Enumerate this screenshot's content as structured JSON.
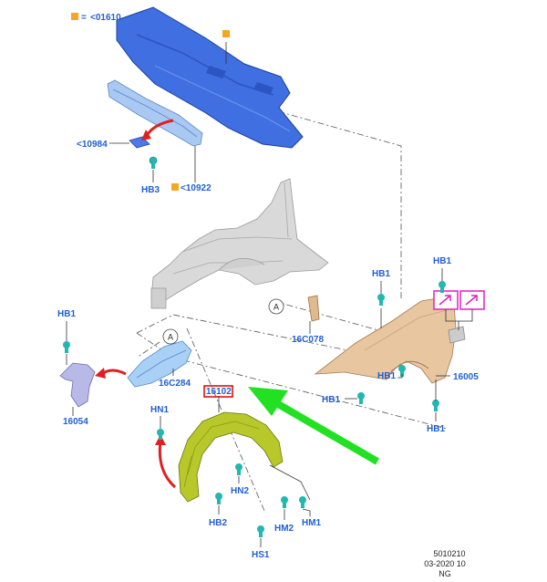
{
  "colors": {
    "label": "#1f5fd6",
    "note_square": "#f5a623",
    "blue_part": "#3f6fe0",
    "light_blue_part": "#a9c9f2",
    "gray_part": "#d4d4d4",
    "fender": "#e7c6a0",
    "liner": "#b8c72a",
    "clip": "#21b8b0",
    "red_arrow": "#e02020",
    "green_arrow": "#22e022",
    "magenta": "#e020c0",
    "highlight_box": "#e00000"
  },
  "icons": {
    "note_square": "orange-square-icon",
    "clip": "clip-fastener-icon",
    "section_ref": "circle-a-icon",
    "pink_box": "magenta-arrow-box-icon"
  },
  "legend": {
    "eq": "=",
    "part_ref": "<01610"
  },
  "callouts": {
    "ref_10984": "<10984",
    "hb3": "HB3",
    "ref_10922": "<10922",
    "hb1_fender_top": "HB1",
    "hb1_fender_mid": "HB1",
    "hb1_left": "HB1",
    "c16c078": "16C078",
    "c16c284": "16C284",
    "c16054": "16054",
    "c16102": "16102",
    "hb1_fender_a": "HB1",
    "hb1_fender_b": "HB1",
    "c16005": "16005",
    "hb1_fender_bottom": "HB1",
    "hn1": "HN1",
    "hn2": "HN2",
    "hb2": "HB2",
    "hm2": "HM2",
    "hm1": "HM1",
    "hs1": "HS1"
  },
  "section_marks": {
    "a_top": "A",
    "a_bottom": "A"
  },
  "footer": {
    "line1": "5010210",
    "line2": "03-2020 10",
    "line3": "NG"
  }
}
